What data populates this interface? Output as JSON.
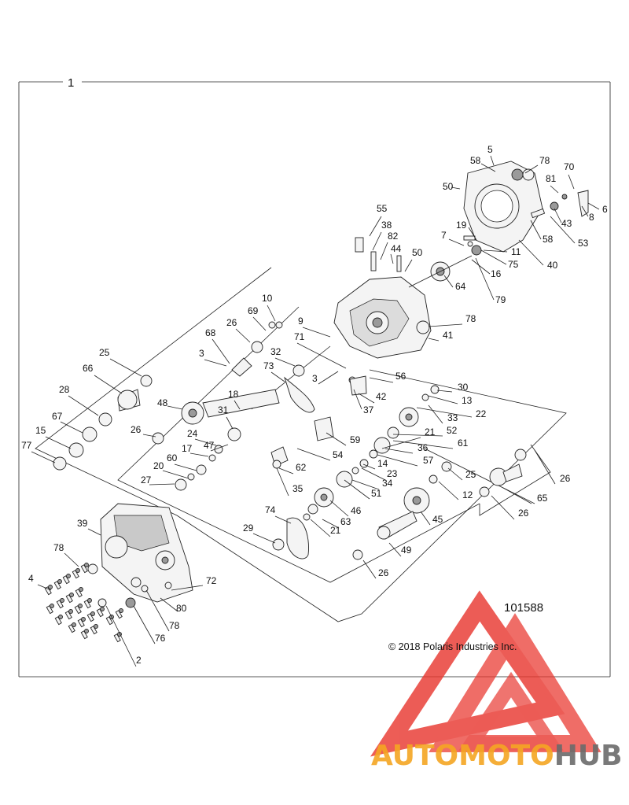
{
  "diagram": {
    "assembly_number": "1",
    "figure_number": "101588",
    "copyright": "© 2018 Polaris Industries Inc.",
    "callouts": [
      {
        "id": "5"
      },
      {
        "id": "58"
      },
      {
        "id": "78"
      },
      {
        "id": "70"
      },
      {
        "id": "50"
      },
      {
        "id": "81"
      },
      {
        "id": "6"
      },
      {
        "id": "43"
      },
      {
        "id": "8"
      },
      {
        "id": "55"
      },
      {
        "id": "38"
      },
      {
        "id": "82"
      },
      {
        "id": "19"
      },
      {
        "id": "58"
      },
      {
        "id": "53"
      },
      {
        "id": "44"
      },
      {
        "id": "50"
      },
      {
        "id": "7"
      },
      {
        "id": "11"
      },
      {
        "id": "40"
      },
      {
        "id": "75"
      },
      {
        "id": "16"
      },
      {
        "id": "64"
      },
      {
        "id": "79"
      },
      {
        "id": "10"
      },
      {
        "id": "69"
      },
      {
        "id": "78"
      },
      {
        "id": "9"
      },
      {
        "id": "26"
      },
      {
        "id": "71"
      },
      {
        "id": "41"
      },
      {
        "id": "68"
      },
      {
        "id": "25"
      },
      {
        "id": "3"
      },
      {
        "id": "32"
      },
      {
        "id": "66"
      },
      {
        "id": "73"
      },
      {
        "id": "3"
      },
      {
        "id": "56"
      },
      {
        "id": "28"
      },
      {
        "id": "30"
      },
      {
        "id": "42"
      },
      {
        "id": "13"
      },
      {
        "id": "48"
      },
      {
        "id": "18"
      },
      {
        "id": "37"
      },
      {
        "id": "22"
      },
      {
        "id": "67"
      },
      {
        "id": "33"
      },
      {
        "id": "31"
      },
      {
        "id": "52"
      },
      {
        "id": "15"
      },
      {
        "id": "26"
      },
      {
        "id": "21"
      },
      {
        "id": "24"
      },
      {
        "id": "59"
      },
      {
        "id": "47"
      },
      {
        "id": "36"
      },
      {
        "id": "77"
      },
      {
        "id": "61"
      },
      {
        "id": "17"
      },
      {
        "id": "54"
      },
      {
        "id": "57"
      },
      {
        "id": "60"
      },
      {
        "id": "14"
      },
      {
        "id": "20"
      },
      {
        "id": "62"
      },
      {
        "id": "23"
      },
      {
        "id": "26"
      },
      {
        "id": "25"
      },
      {
        "id": "27"
      },
      {
        "id": "34"
      },
      {
        "id": "35"
      },
      {
        "id": "12"
      },
      {
        "id": "51"
      },
      {
        "id": "65"
      },
      {
        "id": "74"
      },
      {
        "id": "46"
      },
      {
        "id": "26"
      },
      {
        "id": "45"
      },
      {
        "id": "63"
      },
      {
        "id": "39"
      },
      {
        "id": "29"
      },
      {
        "id": "21"
      },
      {
        "id": "49"
      },
      {
        "id": "78"
      },
      {
        "id": "26"
      },
      {
        "id": "4"
      },
      {
        "id": "72"
      },
      {
        "id": "80"
      },
      {
        "id": "78"
      },
      {
        "id": "76"
      },
      {
        "id": "2"
      }
    ]
  },
  "watermark": {
    "brand_part1": "AUTOMOTO",
    "brand_part2": "HUB",
    "color_accent": "#f5a623",
    "color_primary": "#e8342c",
    "color_secondary": "#6b6b6b"
  }
}
